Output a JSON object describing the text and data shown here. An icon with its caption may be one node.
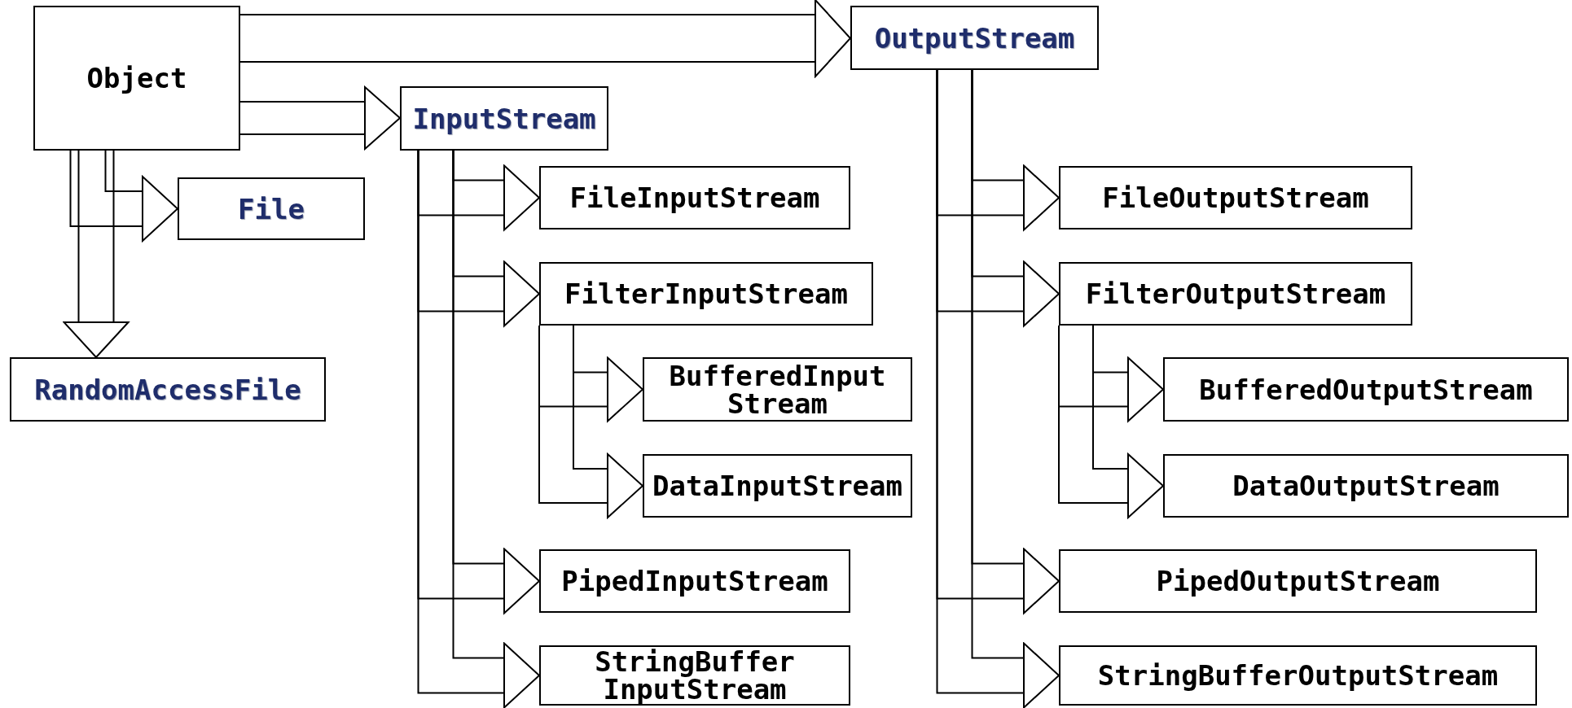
{
  "diagram": {
    "nodes": [
      {
        "text": [
          "Object"
        ]
      },
      {
        "text": [
          "OutputStream"
        ]
      },
      {
        "text": [
          "InputStream"
        ]
      },
      {
        "text": [
          "File"
        ]
      },
      {
        "text": [
          "RandomAccessFile"
        ]
      },
      {
        "text": [
          "FileInputStream"
        ]
      },
      {
        "text": [
          "FilterInputStream"
        ]
      },
      {
        "text": [
          "BufferedInput Stream"
        ]
      },
      {
        "text": [
          "DataInputStream"
        ]
      },
      {
        "text": [
          "PipedInputStream"
        ]
      },
      {
        "text": [
          "StringBuffer InputStream"
        ]
      },
      {
        "text": [
          "FileOutputStream"
        ]
      },
      {
        "text": [
          "FilterOutputStream"
        ]
      },
      {
        "text": [
          "BufferedOutputStream"
        ]
      },
      {
        "text": [
          "DataOutputStream"
        ]
      },
      {
        "text": [
          "PipedOutputStream"
        ]
      },
      {
        "text": [
          "StringBufferOutputStream"
        ]
      }
    ],
    "edges": [
      {
        "from": 0,
        "to": 1,
        "arrow": "to"
      },
      {
        "from": 0,
        "to": 2,
        "arrow": "to"
      },
      {
        "from": 0,
        "to": 3,
        "arrow": "to"
      },
      {
        "from": 0,
        "to": 4,
        "arrow": "to"
      },
      {
        "from": 2,
        "to": 5,
        "arrow": "to"
      },
      {
        "from": 2,
        "to": 6,
        "arrow": "to"
      },
      {
        "from": 2,
        "to": 9,
        "arrow": "to"
      },
      {
        "from": 2,
        "to": 10,
        "arrow": "to"
      },
      {
        "from": 6,
        "to": 7,
        "arrow": "to"
      },
      {
        "from": 6,
        "to": 8,
        "arrow": "to"
      },
      {
        "from": 1,
        "to": 11,
        "arrow": "to"
      },
      {
        "from": 1,
        "to": 12,
        "arrow": "to"
      },
      {
        "from": 1,
        "to": 15,
        "arrow": "to"
      },
      {
        "from": 1,
        "to": 16,
        "arrow": "to"
      },
      {
        "from": 12,
        "to": 13,
        "arrow": "to"
      },
      {
        "from": 12,
        "to": 14,
        "arrow": "to"
      }
    ]
  }
}
